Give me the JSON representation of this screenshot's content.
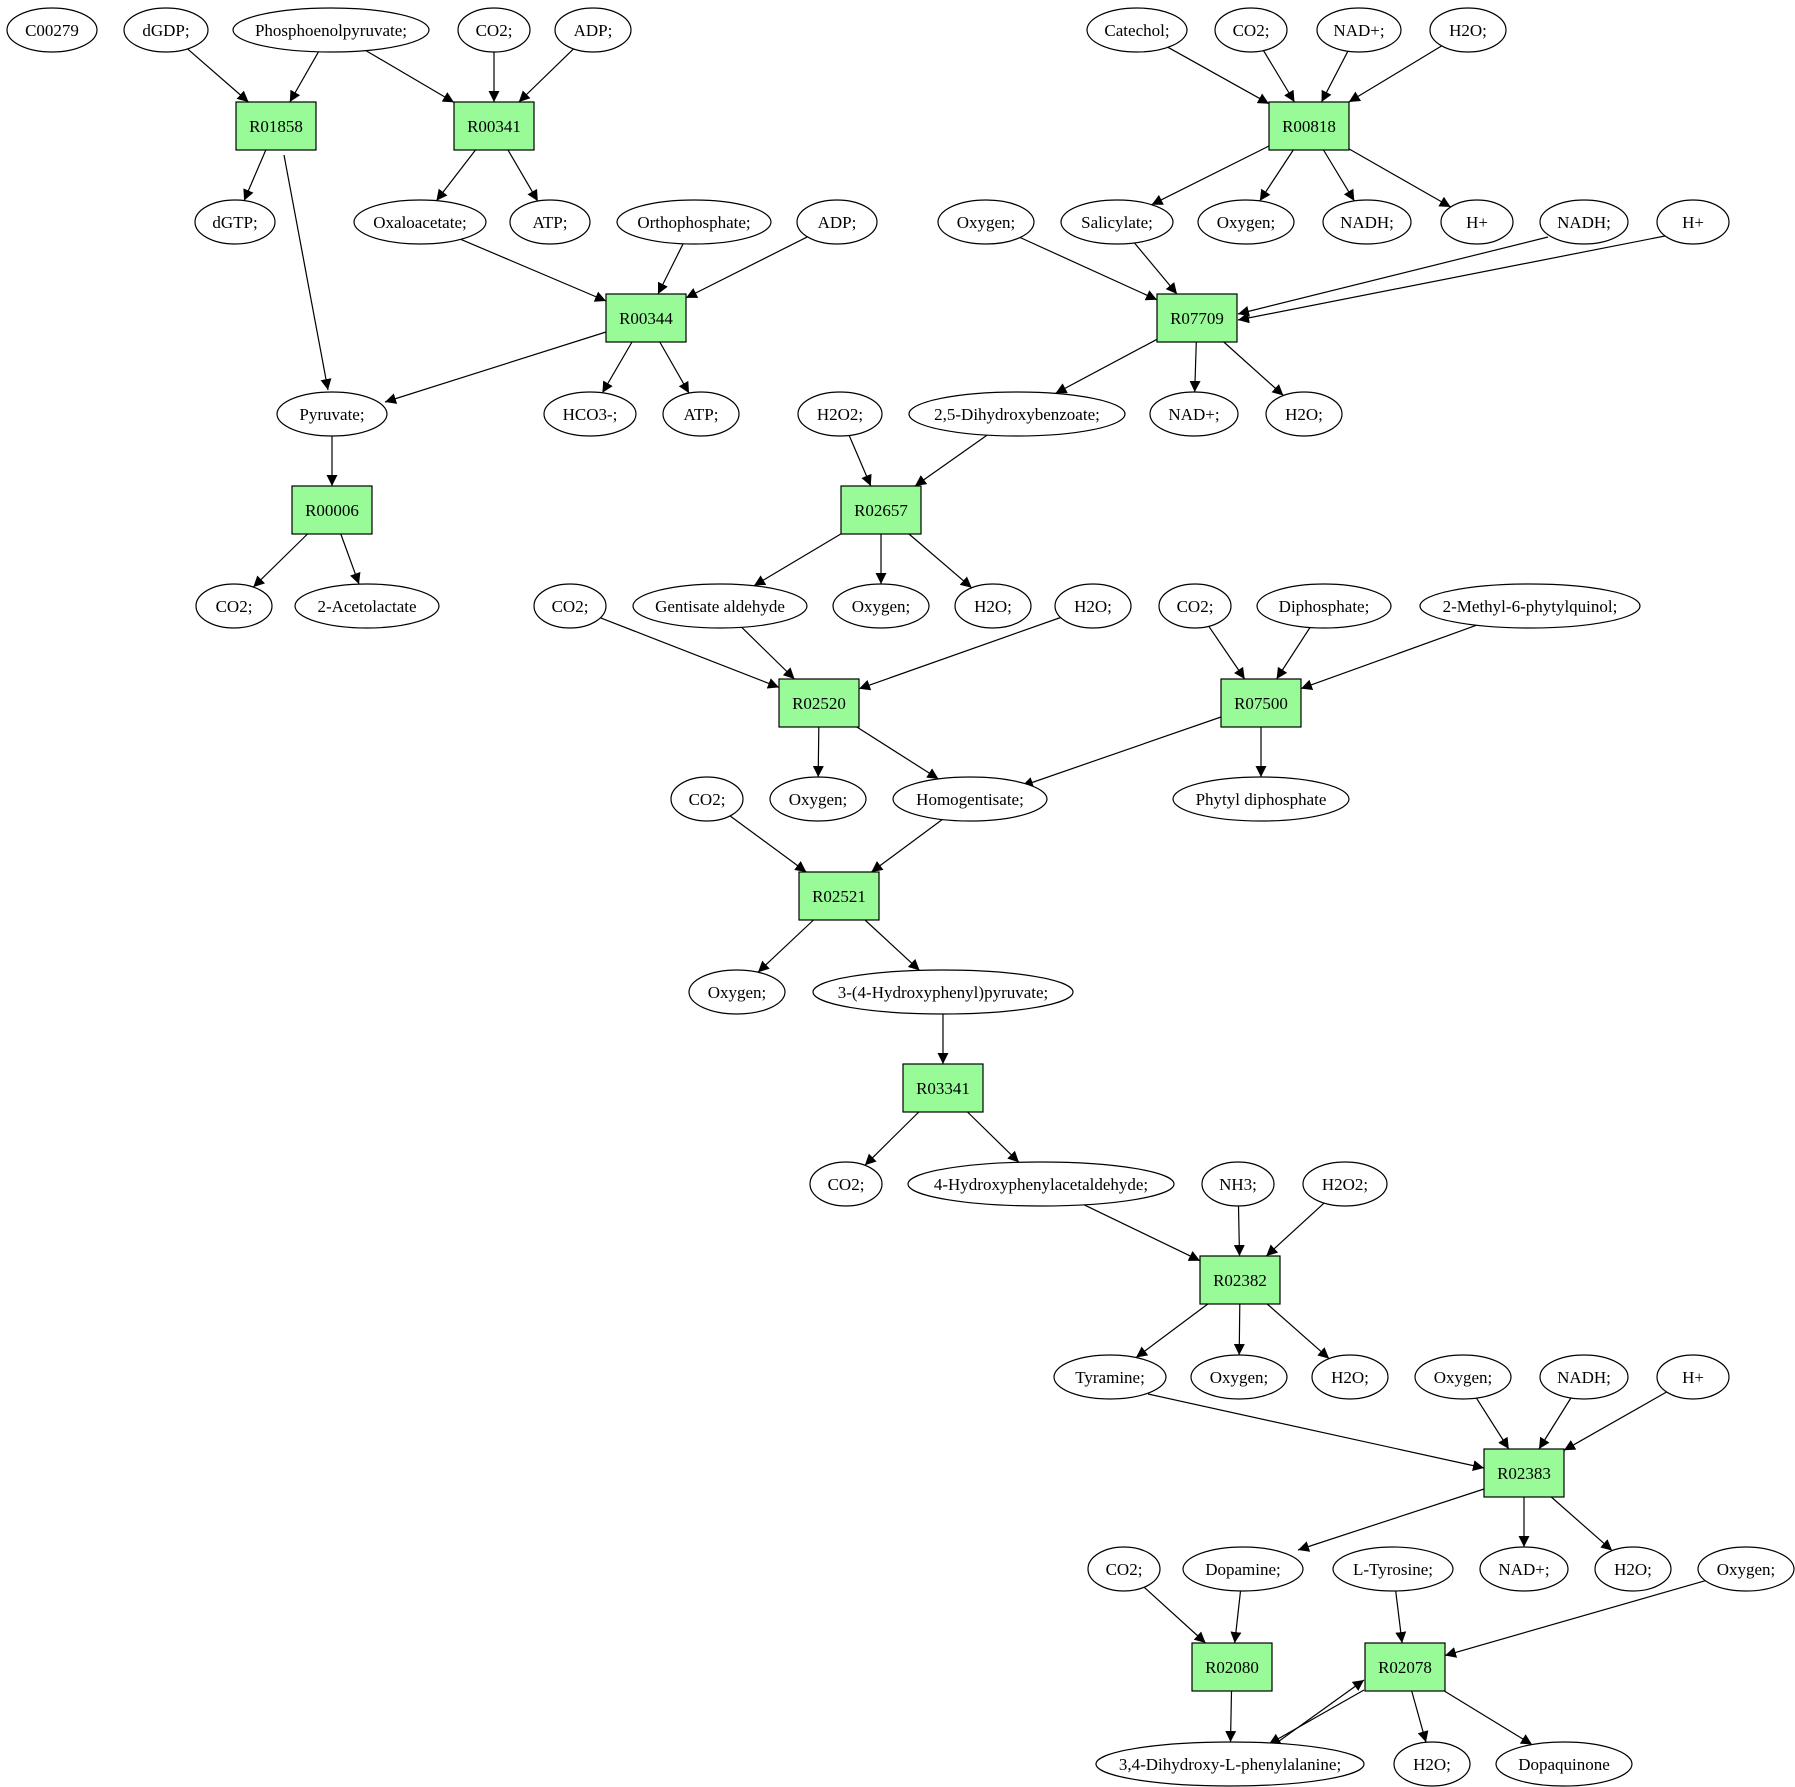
{
  "colors": {
    "reaction": "#98fb98",
    "compound": "#ffffff",
    "start": "#00dd00",
    "target": "#ffff00",
    "stroke": "#000000"
  },
  "nodes": [
    {
      "id": "c0",
      "label": "C00279",
      "kind": "compound",
      "highlight": "start"
    },
    {
      "id": "c1",
      "label": "dGDP;",
      "kind": "compound"
    },
    {
      "id": "c2",
      "label": "Phosphoenolpyruvate;",
      "kind": "compound",
      "highlight": "start"
    },
    {
      "id": "c3",
      "label": "CO2;",
      "kind": "compound"
    },
    {
      "id": "c4",
      "label": "ADP;",
      "kind": "compound"
    },
    {
      "id": "c5",
      "label": "Catechol;",
      "kind": "compound"
    },
    {
      "id": "c6",
      "label": "CO2;",
      "kind": "compound"
    },
    {
      "id": "c7",
      "label": "NAD+;",
      "kind": "compound"
    },
    {
      "id": "c8",
      "label": "H2O;",
      "kind": "compound"
    },
    {
      "id": "r1",
      "label": "R01858",
      "kind": "reaction"
    },
    {
      "id": "r2",
      "label": "R00341",
      "kind": "reaction"
    },
    {
      "id": "r3",
      "label": "R00818",
      "kind": "reaction"
    },
    {
      "id": "c9",
      "label": "dGTP;",
      "kind": "compound"
    },
    {
      "id": "c10",
      "label": "Oxaloacetate;",
      "kind": "compound"
    },
    {
      "id": "c11",
      "label": "ATP;",
      "kind": "compound"
    },
    {
      "id": "c12",
      "label": "Orthophosphate;",
      "kind": "compound"
    },
    {
      "id": "c13",
      "label": "ADP;",
      "kind": "compound"
    },
    {
      "id": "c14",
      "label": "Oxygen;",
      "kind": "compound"
    },
    {
      "id": "c15",
      "label": "Salicylate;",
      "kind": "compound"
    },
    {
      "id": "c16",
      "label": "Oxygen;",
      "kind": "compound"
    },
    {
      "id": "c17",
      "label": "NADH;",
      "kind": "compound"
    },
    {
      "id": "c18",
      "label": "H+",
      "kind": "compound"
    },
    {
      "id": "c19",
      "label": "NADH;",
      "kind": "compound"
    },
    {
      "id": "c20",
      "label": "H+",
      "kind": "compound"
    },
    {
      "id": "r4",
      "label": "R00344",
      "kind": "reaction"
    },
    {
      "id": "r5",
      "label": "R07709",
      "kind": "reaction"
    },
    {
      "id": "c21",
      "label": "Pyruvate;",
      "kind": "compound"
    },
    {
      "id": "c22",
      "label": "HCO3-;",
      "kind": "compound"
    },
    {
      "id": "c23",
      "label": "ATP;",
      "kind": "compound"
    },
    {
      "id": "c24",
      "label": "H2O2;",
      "kind": "compound"
    },
    {
      "id": "c25",
      "label": "2,5-Dihydroxybenzoate;",
      "kind": "compound"
    },
    {
      "id": "c26",
      "label": "NAD+;",
      "kind": "compound"
    },
    {
      "id": "c27",
      "label": "H2O;",
      "kind": "compound"
    },
    {
      "id": "r6",
      "label": "R00006",
      "kind": "reaction"
    },
    {
      "id": "r7",
      "label": "R02657",
      "kind": "reaction"
    },
    {
      "id": "c28",
      "label": "CO2;",
      "kind": "compound"
    },
    {
      "id": "c29",
      "label": "2-Acetolactate",
      "kind": "compound"
    },
    {
      "id": "c30",
      "label": "CO2;",
      "kind": "compound"
    },
    {
      "id": "c31",
      "label": "Gentisate aldehyde",
      "kind": "compound"
    },
    {
      "id": "c32",
      "label": "Oxygen;",
      "kind": "compound"
    },
    {
      "id": "c33",
      "label": "H2O;",
      "kind": "compound"
    },
    {
      "id": "c34",
      "label": "H2O;",
      "kind": "compound"
    },
    {
      "id": "c35",
      "label": "CO2;",
      "kind": "compound"
    },
    {
      "id": "c36",
      "label": "Diphosphate;",
      "kind": "compound"
    },
    {
      "id": "c37",
      "label": "2-Methyl-6-phytylquinol;",
      "kind": "compound"
    },
    {
      "id": "r8",
      "label": "R02520",
      "kind": "reaction"
    },
    {
      "id": "r9",
      "label": "R07500",
      "kind": "reaction"
    },
    {
      "id": "c38",
      "label": "CO2;",
      "kind": "compound"
    },
    {
      "id": "c39",
      "label": "Oxygen;",
      "kind": "compound"
    },
    {
      "id": "c40",
      "label": "Homogentisate;",
      "kind": "compound"
    },
    {
      "id": "c41",
      "label": "Phytyl diphosphate",
      "kind": "compound"
    },
    {
      "id": "r10",
      "label": "R02521",
      "kind": "reaction"
    },
    {
      "id": "c42",
      "label": "Oxygen;",
      "kind": "compound"
    },
    {
      "id": "c43",
      "label": "3-(4-Hydroxyphenyl)pyruvate;",
      "kind": "compound"
    },
    {
      "id": "r11",
      "label": "R03341",
      "kind": "reaction"
    },
    {
      "id": "c44",
      "label": "CO2;",
      "kind": "compound"
    },
    {
      "id": "c45",
      "label": "4-Hydroxyphenylacetaldehyde;",
      "kind": "compound"
    },
    {
      "id": "c46",
      "label": "NH3;",
      "kind": "compound"
    },
    {
      "id": "c47",
      "label": "H2O2;",
      "kind": "compound"
    },
    {
      "id": "r12",
      "label": "R02382",
      "kind": "reaction"
    },
    {
      "id": "c48",
      "label": "Tyramine;",
      "kind": "compound"
    },
    {
      "id": "c49",
      "label": "Oxygen;",
      "kind": "compound"
    },
    {
      "id": "c50",
      "label": "H2O;",
      "kind": "compound"
    },
    {
      "id": "c51",
      "label": "Oxygen;",
      "kind": "compound"
    },
    {
      "id": "c52",
      "label": "NADH;",
      "kind": "compound"
    },
    {
      "id": "c53",
      "label": "H+",
      "kind": "compound"
    },
    {
      "id": "r13",
      "label": "R02383",
      "kind": "reaction"
    },
    {
      "id": "c54",
      "label": "CO2;",
      "kind": "compound"
    },
    {
      "id": "c55",
      "label": "Dopamine;",
      "kind": "compound"
    },
    {
      "id": "c56",
      "label": "L-Tyrosine;",
      "kind": "compound",
      "highlight": "target"
    },
    {
      "id": "c57",
      "label": "NAD+;",
      "kind": "compound"
    },
    {
      "id": "c58",
      "label": "H2O;",
      "kind": "compound"
    },
    {
      "id": "c59",
      "label": "Oxygen;",
      "kind": "compound"
    },
    {
      "id": "r14",
      "label": "R02080",
      "kind": "reaction"
    },
    {
      "id": "r15",
      "label": "R02078",
      "kind": "reaction"
    },
    {
      "id": "c60",
      "label": "3,4-Dihydroxy-L-phenylalanine;",
      "kind": "compound"
    },
    {
      "id": "c61",
      "label": "H2O;",
      "kind": "compound"
    },
    {
      "id": "c62",
      "label": "Dopaquinone",
      "kind": "compound"
    }
  ],
  "edges": [
    [
      "c1",
      "r1"
    ],
    [
      "c2",
      "r1"
    ],
    [
      "r1",
      "c9"
    ],
    [
      "r1",
      "c21"
    ],
    [
      "c2",
      "r2"
    ],
    [
      "c3",
      "r2"
    ],
    [
      "c4",
      "r2"
    ],
    [
      "r2",
      "c10"
    ],
    [
      "r2",
      "c11"
    ],
    [
      "c5",
      "r3"
    ],
    [
      "c6",
      "r3"
    ],
    [
      "c7",
      "r3"
    ],
    [
      "c8",
      "r3"
    ],
    [
      "r3",
      "c15"
    ],
    [
      "r3",
      "c16"
    ],
    [
      "r3",
      "c17"
    ],
    [
      "r3",
      "c18"
    ],
    [
      "c10",
      "r4"
    ],
    [
      "c12",
      "r4"
    ],
    [
      "c13",
      "r4"
    ],
    [
      "r4",
      "c21"
    ],
    [
      "r4",
      "c22"
    ],
    [
      "r4",
      "c23"
    ],
    [
      "c14",
      "r5"
    ],
    [
      "c15",
      "r5"
    ],
    [
      "c19",
      "r5"
    ],
    [
      "c20",
      "r5"
    ],
    [
      "r5",
      "c25"
    ],
    [
      "r5",
      "c26"
    ],
    [
      "r5",
      "c27"
    ],
    [
      "c21",
      "r6"
    ],
    [
      "r6",
      "c28"
    ],
    [
      "r6",
      "c29"
    ],
    [
      "c24",
      "r7"
    ],
    [
      "c25",
      "r7"
    ],
    [
      "r7",
      "c31"
    ],
    [
      "r7",
      "c32"
    ],
    [
      "r7",
      "c33"
    ],
    [
      "c30",
      "r8"
    ],
    [
      "c31",
      "r8"
    ],
    [
      "c34",
      "r8"
    ],
    [
      "r8",
      "c39"
    ],
    [
      "r8",
      "c40"
    ],
    [
      "c35",
      "r9"
    ],
    [
      "c36",
      "r9"
    ],
    [
      "c37",
      "r9"
    ],
    [
      "r9",
      "c40"
    ],
    [
      "r9",
      "c41"
    ],
    [
      "c38",
      "r10"
    ],
    [
      "c40",
      "r10"
    ],
    [
      "r10",
      "c42"
    ],
    [
      "r10",
      "c43"
    ],
    [
      "c43",
      "r11"
    ],
    [
      "r11",
      "c44"
    ],
    [
      "r11",
      "c45"
    ],
    [
      "c45",
      "r12"
    ],
    [
      "c46",
      "r12"
    ],
    [
      "c47",
      "r12"
    ],
    [
      "r12",
      "c48"
    ],
    [
      "r12",
      "c49"
    ],
    [
      "r12",
      "c50"
    ],
    [
      "c48",
      "r13"
    ],
    [
      "c51",
      "r13"
    ],
    [
      "c52",
      "r13"
    ],
    [
      "c53",
      "r13"
    ],
    [
      "r13",
      "c55"
    ],
    [
      "r13",
      "c57"
    ],
    [
      "r13",
      "c58"
    ],
    [
      "c54",
      "r14"
    ],
    [
      "c55",
      "r14"
    ],
    [
      "r14",
      "c60"
    ],
    [
      "c56",
      "r15"
    ],
    [
      "c59",
      "r15"
    ],
    [
      "c60",
      "r15"
    ],
    [
      "r15",
      "c60"
    ],
    [
      "r15",
      "c61"
    ],
    [
      "r15",
      "c62"
    ]
  ]
}
